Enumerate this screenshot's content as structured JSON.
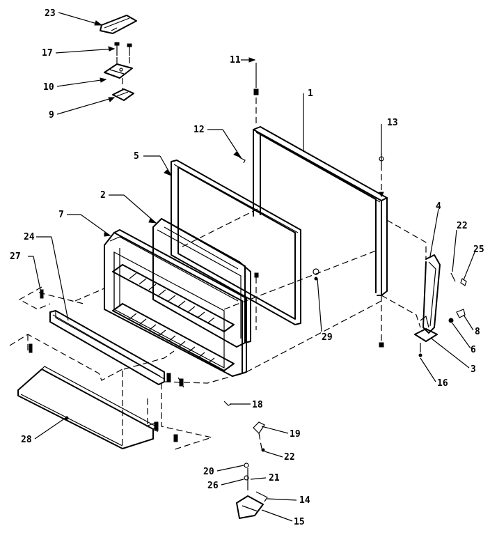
{
  "labels": {
    "l23": "23",
    "l17": "17",
    "l10": "10",
    "l9": "9",
    "l11": "11",
    "l1": "1",
    "l13": "13",
    "l12": "12",
    "l5": "5",
    "l2": "2",
    "l7": "7",
    "l24": "24",
    "l27": "27",
    "l4": "4",
    "l22a": "22",
    "l25": "25",
    "l29": "29",
    "l8": "8",
    "l6": "6",
    "l3": "3",
    "l16": "16",
    "l18": "18",
    "l28": "28",
    "l19": "19",
    "l22b": "22",
    "l20": "20",
    "l21": "21",
    "l26": "26",
    "l14": "14",
    "l15": "15"
  }
}
